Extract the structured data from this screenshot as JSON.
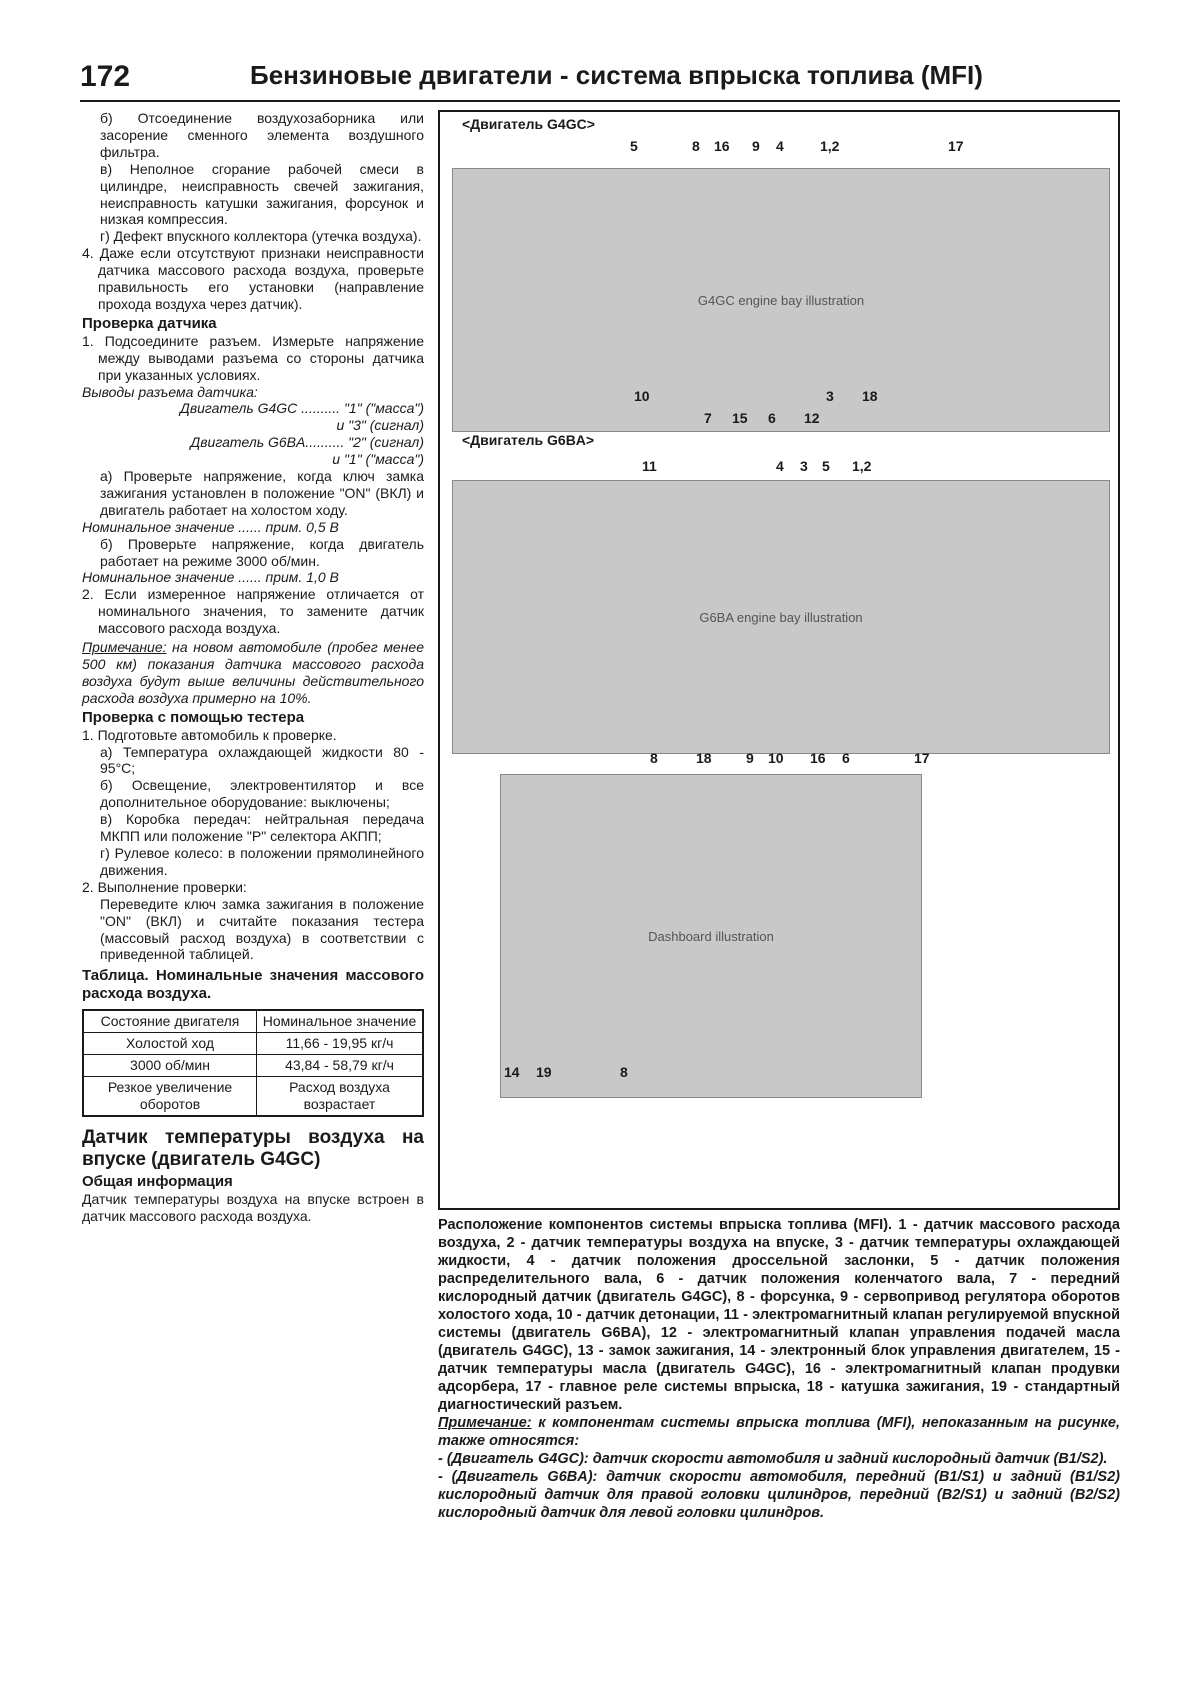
{
  "header": {
    "page_number": "172",
    "title": "Бензиновые двигатели - система впрыска топлива (MFI)"
  },
  "left_column": {
    "p1": "б) Отсоединение воздухозаборника или засорение сменного элемента воздушного фильтра.",
    "p2": "в) Неполное сгорание рабочей смеси в цилиндре, неисправность свечей зажигания, неисправность катушки зажигания, форсунок и низкая компрессия.",
    "p3": "г) Дефект впускного коллектора (утечка воздуха).",
    "p4": "4. Даже если отсутствуют признаки неисправности датчика массового расхода воздуха, проверьте правильность его установки (направление прохода воздуха через датчик).",
    "h1": "Проверка датчика",
    "p5": "1. Подсоедините разъем. Измерьте напряжение между выводами разъема со стороны датчика при указанных условиях.",
    "pins_title": "Выводы разъема датчика:",
    "pins_g4gc_1": "Двигатель G4GC .......... \"1\" (\"масса\")",
    "pins_g4gc_2": "и \"3\" (сигнал)",
    "pins_g6ba_1": "Двигатель G6BA.......... \"2\" (сигнал)",
    "pins_g6ba_2": "и \"1\" (\"масса\")",
    "p6": "а) Проверьте напряжение, когда ключ замка зажигания установлен в положение \"ON\" (ВКЛ) и двигатель работает на холостом ходу.",
    "nom1": "Номинальное значение ...... прим. 0,5 В",
    "p7": "б) Проверьте напряжение, когда двигатель работает на режиме 3000 об/мин.",
    "nom2": "Номинальное значение ...... прим. 1,0 В",
    "p8": "2. Если измеренное напряжение отличается от номинального значения, то замените датчик массового расхода воздуха.",
    "note_label": "Примечание:",
    "note_text": " на новом автомобиле (пробег менее 500 км) показания датчика массового расхода воздуха будут выше величины действительного расхода воздуха примерно на 10%.",
    "h2": "Проверка с помощью тестера",
    "p9": "1. Подготовьте автомобиль к проверке.",
    "p10": "а) Температура охлаждающей жидкости 80 - 95°С;",
    "p11": "б) Освещение, электровентилятор и все дополнительное оборудование: выключены;",
    "p12": "в) Коробка передач: нейтральная передача МКПП или положение \"P\" селектора АКПП;",
    "p13": "г) Рулевое колесо: в положении прямолинейного движения.",
    "p14": "2. Выполнение проверки:",
    "p15": "Переведите ключ замка зажигания в положение \"ON\" (ВКЛ) и считайте показания тестера (массовый расход воздуха) в соответствии с приведенной таблицей.",
    "table_caption": "Таблица. Номинальные значения массового расхода воздуха.",
    "table": {
      "head": [
        "Состояние двигателя",
        "Номинальное значение"
      ],
      "rows": [
        [
          "Холостой ход",
          "11,66 - 19,95 кг/ч"
        ],
        [
          "3000 об/мин",
          "43,84 - 58,79 кг/ч"
        ],
        [
          "Резкое увеличение оборотов",
          "Расход воздуха возрастает"
        ]
      ]
    },
    "h3": "Датчик температуры воздуха на впуске (двигатель G4GC)",
    "h4": "Общая информация",
    "p16": "Датчик температуры воздуха на впуске встроен в датчик массового расхода воздуха."
  },
  "figure": {
    "label_g4gc": "<Двигатель G4GC>",
    "label_g6ba": "<Двигатель G6BA>",
    "g4gc_top": [
      "5",
      "8",
      "16",
      "9",
      "4",
      "1,2",
      "17"
    ],
    "g4gc_bottom": [
      "10",
      "7",
      "15",
      "6",
      "12",
      "3",
      "18"
    ],
    "g6ba_top": [
      "11",
      "4",
      "3",
      "5",
      "1,2"
    ],
    "g6ba_bottom": [
      "8",
      "18",
      "9",
      "10",
      "16",
      "6",
      "17"
    ],
    "dash": [
      "14",
      "19",
      "8"
    ]
  },
  "caption": {
    "text": "Расположение компонентов системы впрыска топлива (MFI). 1 - датчик массового расхода воздуха, 2 - датчик температуры воздуха на впуске, 3 - датчик температуры охлаждающей жидкости, 4 - датчик положения дроссельной заслонки, 5 - датчик положения распределительного вала, 6 - датчик положения коленчатого вала, 7 - передний кислородный датчик (двигатель G4GC), 8 - форсунка, 9 - сервопривод регулятора оборотов холостого хода, 10 - датчик детонации, 11 - электромагнитный клапан регулируемой впускной системы (двигатель G6BA), 12 - электромагнитный клапан управления подачей масла (двигатель G4GC), 13 - замок зажигания, 14 - электронный блок управления двигателем, 15 - датчик температуры масла (двигатель G4GC), 16 - электромагнитный клапан продувки адсорбера, 17 - главное реле системы впрыска, 18 - катушка зажигания, 19 - стандартный диагностический разъем.",
    "note_label": "Примечание:",
    "note_text": " к компонентам системы впрыска топлива (MFI), непоказанным на рисунке, также относятся:",
    "note_item1": "- (Двигатель G4GC): датчик скорости автомобиля и задний кислородный датчик (B1/S2).",
    "note_item2": "- (Двигатель G6BA): датчик скорости автомобиля, передний (B1/S1) и задний (B1/S2) кислородный датчик для правой головки цилиндров, передний (B2/S1) и задний (B2/S2) кислородный датчик для левой головки цилиндров."
  }
}
